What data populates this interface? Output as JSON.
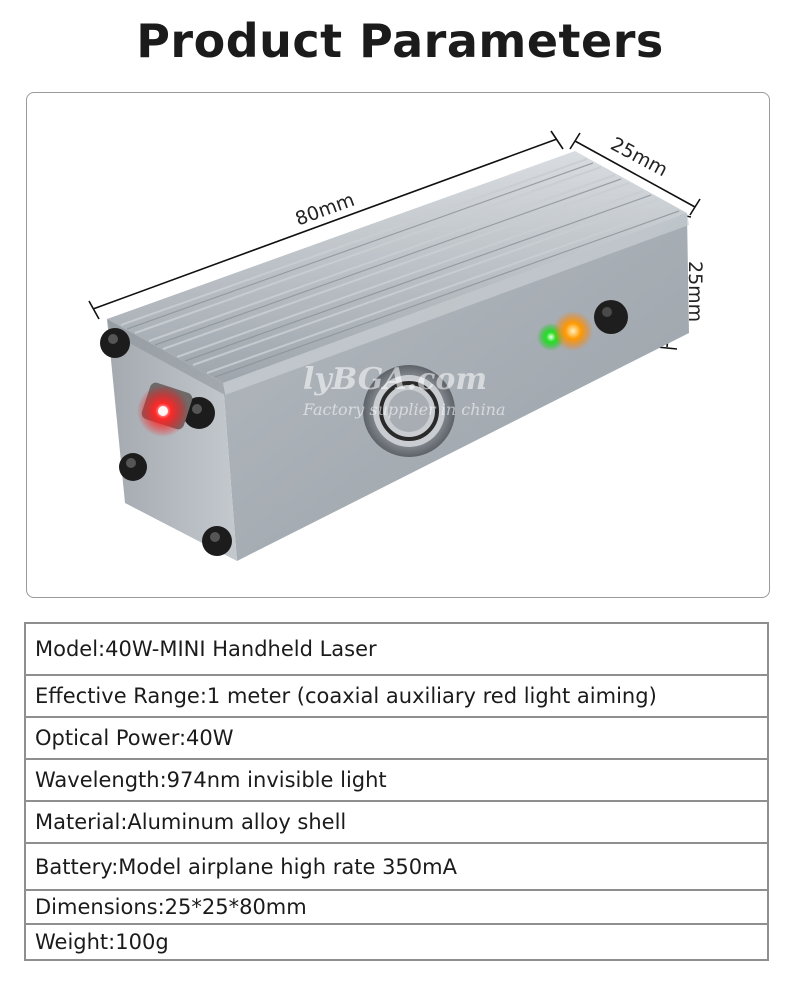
{
  "title": "Product Parameters",
  "photo": {
    "dimensions": {
      "length": "80mm",
      "width": "25mm",
      "height": "25mm"
    },
    "watermark": {
      "brand": "lyBGA.com",
      "tagline": "Factory supplier in china"
    },
    "colors": {
      "body": "#b9bfc5",
      "led_red": "#ff1a1a",
      "led_green": "#19e019",
      "led_orange": "#ff8a00"
    }
  },
  "parameters": [
    {
      "text": "Model:40W-MINI Handheld Laser"
    },
    {
      "text": "Effective Range:1 meter (coaxial auxiliary red light aiming)"
    },
    {
      "text": "Optical Power:40W"
    },
    {
      "text": "Wavelength:974nm invisible light"
    },
    {
      "text": "Material:Aluminum alloy shell"
    },
    {
      "text": "Battery:Model airplane high rate 350mA"
    },
    {
      "text": "Dimensions:25*25*80mm"
    },
    {
      "text": "Weight:100g"
    }
  ]
}
